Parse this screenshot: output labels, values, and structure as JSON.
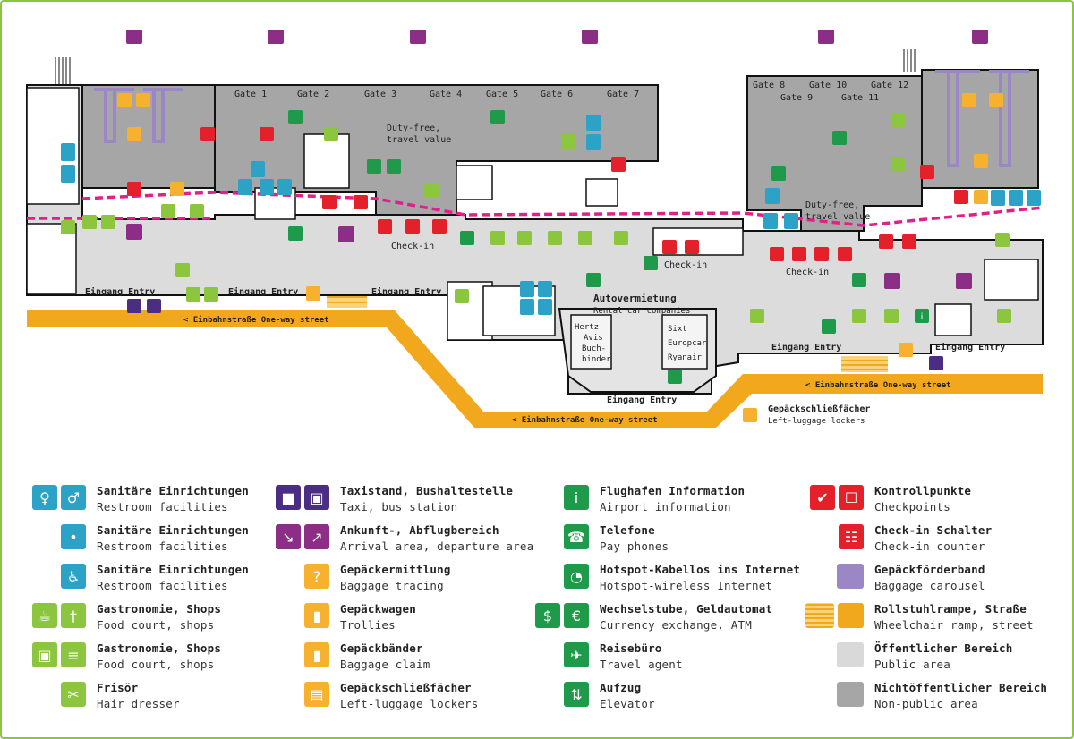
{
  "colors": {
    "restroom": "#2ca3c6",
    "transport": "#4b2d83",
    "arrival_departure": "#8c2d86",
    "luggage": "#f6b12f",
    "info": "#1f9a4a",
    "food": "#8cc63f",
    "checkpoint": "#e4202a",
    "carousel": "#9b87c5",
    "street": "#f2a81d",
    "public_area": "#d9d9d9",
    "non_public_area": "#a6a6a6",
    "security_line": "#e0218a",
    "frame": "#8cc63f"
  },
  "map": {
    "gates": [
      "Gate 1",
      "Gate 2",
      "Gate 3",
      "Gate 4",
      "Gate 5",
      "Gate 6",
      "Gate 7",
      "Gate 8",
      "Gate 9",
      "Gate 10",
      "Gate 11",
      "Gate 12"
    ],
    "dutyfree_left": [
      "Duty-free,",
      "travel value"
    ],
    "dutyfree_right": [
      "Duty-free,",
      "travel value"
    ],
    "checkin_label": "Check-in",
    "entrances": [
      "Eingang Entry",
      "Eingang Entry",
      "Eingang Entry",
      "Eingang Entry",
      "Eingang Entry",
      "Eingang Entry"
    ],
    "one_way_street": "< Einbahnstraße One-way street",
    "car_rental_title": "Autovermietung",
    "car_rental_subtitle": "Rental car companies",
    "rental_companies_left": [
      "Hertz",
      "Avis",
      "Buch-",
      "binder"
    ],
    "rental_companies_right": [
      "Sixt",
      "Europcar",
      "Ryanair"
    ],
    "lockers_title": "Gepäckschließfächer",
    "lockers_subtitle": "Left-luggage lockers"
  },
  "legend": [
    {
      "de": "Sanitäre Einrichtungen",
      "en": "Restroom facilities",
      "icons": [
        "woman-icon",
        "man-icon"
      ],
      "color": "#2ca3c6"
    },
    {
      "de": "Sanitäre Einrichtungen",
      "en": "Restroom facilities",
      "icons": [
        "baby-change-icon"
      ],
      "color": "#2ca3c6"
    },
    {
      "de": "Sanitäre Einrichtungen",
      "en": "Restroom facilities",
      "icons": [
        "wheelchair-icon"
      ],
      "color": "#2ca3c6"
    },
    {
      "de": "Gastronomie, Shops",
      "en": "Food court, shops",
      "icons": [
        "coffee-icon",
        "cutlery-icon"
      ],
      "color": "#8cc63f"
    },
    {
      "de": "Gastronomie, Shops",
      "en": "Food court, shops",
      "icons": [
        "shopping-bag-icon",
        "newspaper-icon"
      ],
      "color": "#8cc63f"
    },
    {
      "de": "Frisör",
      "en": "Hair dresser",
      "icons": [
        "scissors-icon"
      ],
      "color": "#8cc63f"
    },
    {
      "de": "Taxistand, Bushaltestelle",
      "en": "Taxi, bus station",
      "icons": [
        "taxi-icon",
        "bus-icon"
      ],
      "color": "#4b2d83"
    },
    {
      "de": "Ankunft-, Abflugbereich",
      "en": "Arrival area, departure area",
      "icons": [
        "arrival-plane-icon",
        "departure-plane-icon"
      ],
      "color": "#8c2d86"
    },
    {
      "de": "Gepäckermittlung",
      "en": "Baggage tracing",
      "icons": [
        "baggage-tracing-icon"
      ],
      "color": "#f6b12f"
    },
    {
      "de": "Gepäckwagen",
      "en": "Trollies",
      "icons": [
        "trolley-icon"
      ],
      "color": "#f6b12f"
    },
    {
      "de": "Gepäckbänder",
      "en": "Baggage claim",
      "icons": [
        "baggage-claim-icon"
      ],
      "color": "#f6b12f"
    },
    {
      "de": "Gepäckschließfächer",
      "en": "Left-luggage lockers",
      "icons": [
        "locker-icon"
      ],
      "color": "#f6b12f"
    },
    {
      "de": "Flughafen Information",
      "en": "Airport information",
      "icons": [
        "info-icon"
      ],
      "color": "#1f9a4a"
    },
    {
      "de": "Telefone",
      "en": "Pay phones",
      "icons": [
        "phone-icon"
      ],
      "color": "#1f9a4a"
    },
    {
      "de": "Hotspot-Kabellos ins Internet",
      "en": "Hotspot-wireless Internet",
      "icons": [
        "wifi-icon"
      ],
      "color": "#1f9a4a"
    },
    {
      "de": "Wechselstube, Geldautomat",
      "en": "Currency exchange, ATM",
      "icons": [
        "currency-exchange-icon",
        "atm-icon"
      ],
      "color": "#1f9a4a"
    },
    {
      "de": "Reisebüro",
      "en": "Travel agent",
      "icons": [
        "travel-agent-icon"
      ],
      "color": "#1f9a4a"
    },
    {
      "de": "Aufzug",
      "en": "Elevator",
      "icons": [
        "elevator-icon"
      ],
      "color": "#1f9a4a"
    },
    {
      "de": "Kontrollpunkte",
      "en": "Checkpoints",
      "icons": [
        "checkpoint-icon",
        "passport-control-icon"
      ],
      "color": "#e4202a"
    },
    {
      "de": "Check-in Schalter",
      "en": "Check-in counter",
      "icons": [
        "checkin-counter-icon"
      ],
      "color": "#e4202a"
    },
    {
      "de": "Gepäckförderband",
      "en": "Baggage carousel",
      "icons": [
        "carousel-swatch-icon"
      ],
      "color": "#9b87c5"
    },
    {
      "de": "Rollstuhlrampe, Straße",
      "en": "Wheelchair ramp, street",
      "icons": [
        "ramp-pattern-icon",
        "street-swatch-icon"
      ],
      "color": "#f2a81d"
    },
    {
      "de": "Öffentlicher Bereich",
      "en": "Public area",
      "icons": [
        "public-area-swatch-icon"
      ],
      "color": "#d9d9d9"
    },
    {
      "de": "Nichtöffentlicher Bereich",
      "en": "Non-public area",
      "icons": [
        "non-public-area-swatch-icon"
      ],
      "color": "#a6a6a6"
    }
  ]
}
